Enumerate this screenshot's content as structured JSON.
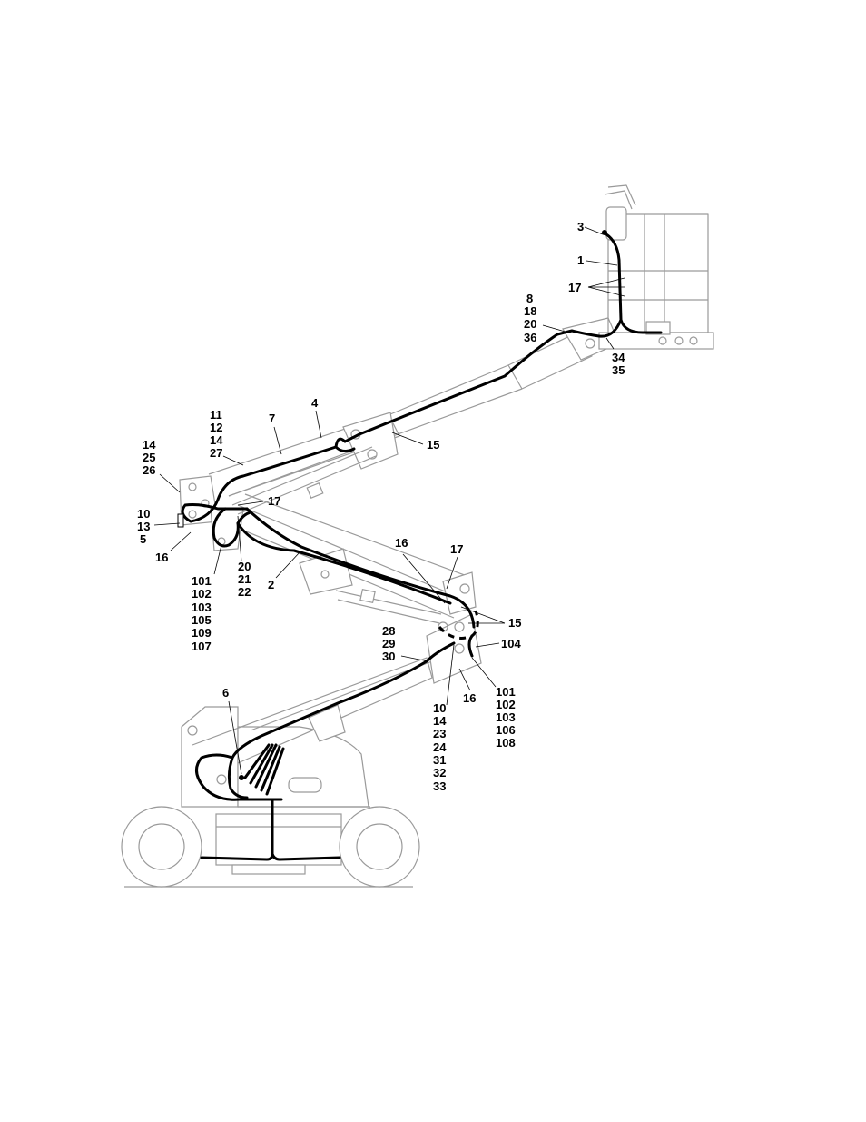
{
  "callouts": [
    {
      "id": "c-3",
      "lines": [
        "3"
      ]
    },
    {
      "id": "c-1",
      "lines": [
        "1"
      ]
    },
    {
      "id": "c-17-platform",
      "lines": [
        "17"
      ]
    },
    {
      "id": "c-8-18-20-36",
      "lines": [
        "8",
        "18",
        "20",
        "36"
      ]
    },
    {
      "id": "c-34-35",
      "lines": [
        "34",
        "35"
      ]
    },
    {
      "id": "c-4",
      "lines": [
        "4"
      ]
    },
    {
      "id": "c-7",
      "lines": [
        "7"
      ]
    },
    {
      "id": "c-11-12-14-27",
      "lines": [
        "11",
        "12",
        "14",
        "27"
      ]
    },
    {
      "id": "c-15-upper",
      "lines": [
        "15"
      ]
    },
    {
      "id": "c-14-25-26",
      "lines": [
        "14",
        "25",
        "26"
      ]
    },
    {
      "id": "c-17-knuckle",
      "lines": [
        "17"
      ]
    },
    {
      "id": "c-10-13-5",
      "lines": [
        "10",
        "13",
        "5"
      ]
    },
    {
      "id": "c-16-left",
      "lines": [
        "16"
      ]
    },
    {
      "id": "c-20-21-22",
      "lines": [
        "20",
        "21",
        "22"
      ]
    },
    {
      "id": "c-2",
      "lines": [
        "2"
      ]
    },
    {
      "id": "c-101-107",
      "lines": [
        "101",
        "102",
        "103",
        "105",
        "109",
        "107"
      ]
    },
    {
      "id": "c-16-mid",
      "lines": [
        "16"
      ]
    },
    {
      "id": "c-17-mid",
      "lines": [
        "17"
      ]
    },
    {
      "id": "c-15-mid",
      "lines": [
        "15"
      ]
    },
    {
      "id": "c-104",
      "lines": [
        "104"
      ]
    },
    {
      "id": "c-28-29-30",
      "lines": [
        "28",
        "29",
        "30"
      ]
    },
    {
      "id": "c-16-lower",
      "lines": [
        "16"
      ]
    },
    {
      "id": "c-101-108",
      "lines": [
        "101",
        "102",
        "103",
        "106",
        "108"
      ]
    },
    {
      "id": "c-6",
      "lines": [
        "6"
      ]
    },
    {
      "id": "c-10-33",
      "lines": [
        "10",
        "14",
        "23",
        "24",
        "31",
        "32",
        "33"
      ]
    }
  ]
}
